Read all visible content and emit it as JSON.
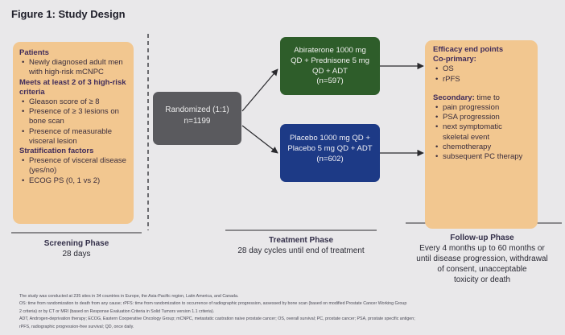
{
  "figure_title": "Figure 1: Study Design",
  "patients": {
    "heading": "Patients",
    "items": [
      "Newly diagnosed adult men with high-risk mCNPC"
    ],
    "criteria_heading": "Meets at least 2 of 3 high-risk criteria",
    "criteria": [
      "Gleason score of ≥ 8",
      "Presence of ≥ 3 lesions on bone scan",
      "Presence of measurable visceral lesion"
    ],
    "strat_heading": "Stratification factors",
    "strat": [
      "Presence of visceral disease (yes/no)",
      "ECOG PS (0, 1 vs 2)"
    ]
  },
  "randomized": {
    "line1": "Randomized (1:1)",
    "line2": "n=1199"
  },
  "abiraterone": {
    "line1": "Abiraterone 1000 mg",
    "line2": "QD + Prednisone 5 mg",
    "line3": "QD + ADT",
    "line4": "(n=597)"
  },
  "placebo": {
    "line1": "Placebo 1000 mg QD +",
    "line2": "Placebo 5 mg QD + ADT",
    "line3": "(n=602)"
  },
  "efficacy": {
    "heading_line1": "Efficacy end points",
    "heading_line2": "Co-primary:",
    "coprimary": [
      "OS",
      "rPFS"
    ],
    "secondary_label": "Secondary:",
    "secondary_suffix": " time to",
    "secondary": [
      "pain progression",
      "PSA progression",
      "next symptomatic skeletal event",
      "chemotherapy",
      "subsequent PC therapy"
    ]
  },
  "phases": {
    "screening": {
      "name": "Screening Phase",
      "detail": "28 days"
    },
    "treatment": {
      "name": "Treatment Phase",
      "detail": "28 day cycles until end of treatment"
    },
    "followup": {
      "name": "Follow-up Phase",
      "detail_lines": [
        "Every 4 months up to 60 months or",
        "until disease progression, withdrawal",
        "of consent, unacceptable",
        "toxicity or death"
      ]
    }
  },
  "footnotes": [
    "The study was conducted at 235 sites in 34 countries in Europe, the Asia-Pacific region, Latin America, and Canada.",
    "OS: time from randomization to death from any cause; rPFS: time from randomization to occurrence of radiographic progression, assessed by bone scan (based on modified Prostate Cancer Working Group",
    "2 criteria) or by CT or MRI (based on Response Evaluation Criteria in Solid Tumors version 1.1 criteria).",
    "ADT, Androgen-deprivation therapy; ECOG, Eastern Cooperative Oncology Group; mCNPC, metastatic castration naive prostate cancer; OS, overall survival; PC, prostate cancer; PSA, prostate specific antigen;",
    "rPFS, radiographic progression-free survival; QD, once daily."
  ],
  "colors": {
    "background": "#e9e8ea",
    "peach": "#f2c790",
    "gray_box": "#5a5a5e",
    "green_box": "#2e5d2a",
    "blue_box": "#1d3a86"
  }
}
